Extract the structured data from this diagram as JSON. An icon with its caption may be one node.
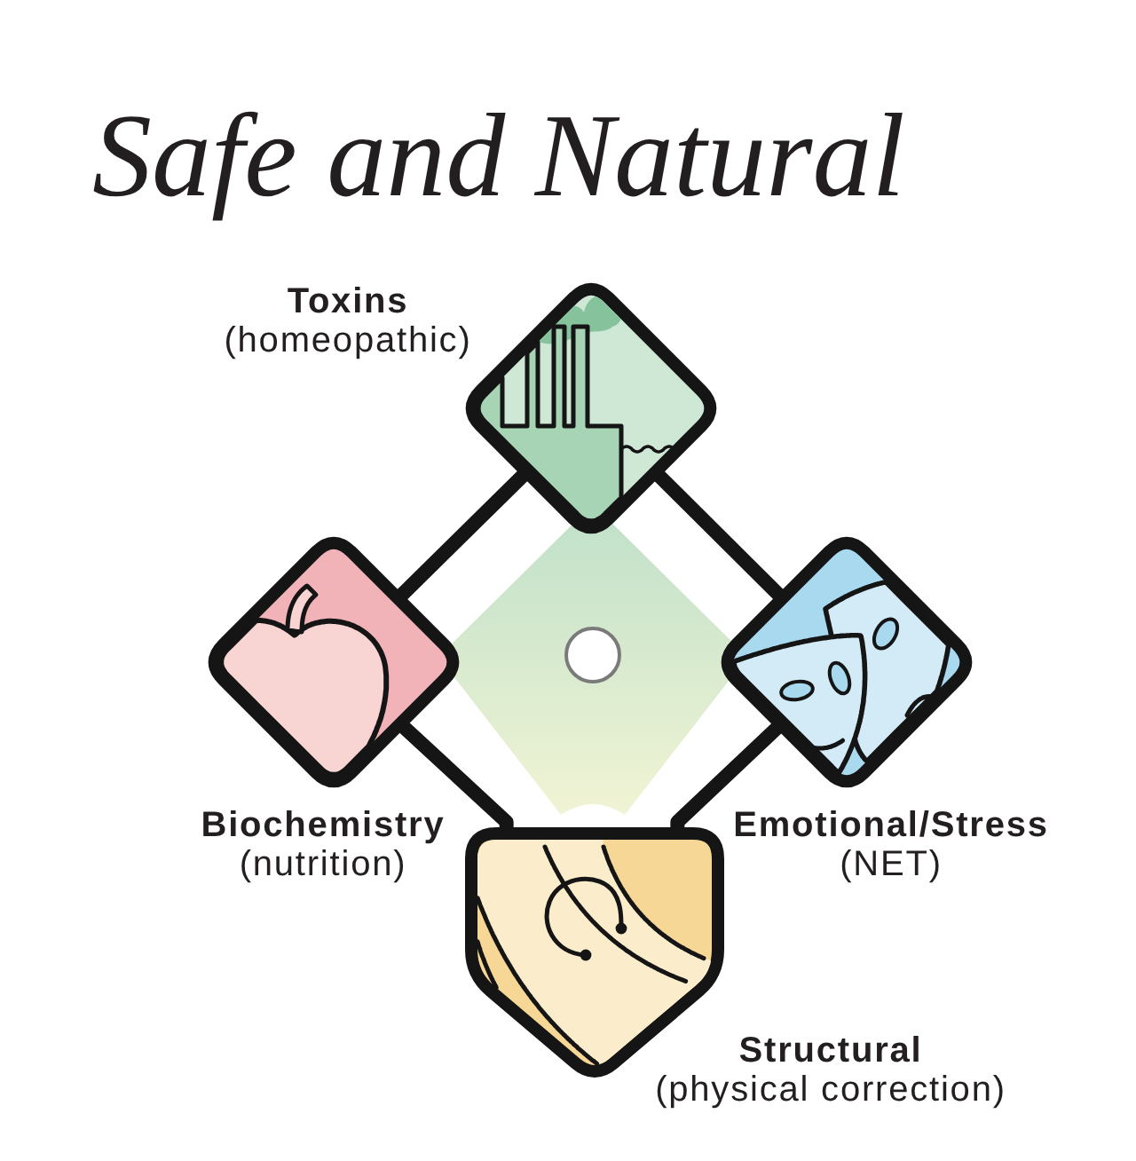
{
  "diagram": {
    "title": "Safe and Natural",
    "nodes": [
      {
        "text": [
          "Toxins",
          "(homeopathic)"
        ]
      },
      {
        "text": [
          "Biochemistry",
          "(nutrition)"
        ]
      },
      {
        "text": [
          "Emotional/Stress",
          "(NET)"
        ]
      },
      {
        "text": [
          "Structural",
          "(physical correction)"
        ]
      }
    ],
    "edges": [
      {
        "from": 0,
        "to": 1,
        "arrow": "none"
      },
      {
        "from": 0,
        "to": 2,
        "arrow": "none"
      },
      {
        "from": 1,
        "to": 3,
        "arrow": "none"
      },
      {
        "from": 2,
        "to": 3,
        "arrow": "none"
      }
    ]
  }
}
